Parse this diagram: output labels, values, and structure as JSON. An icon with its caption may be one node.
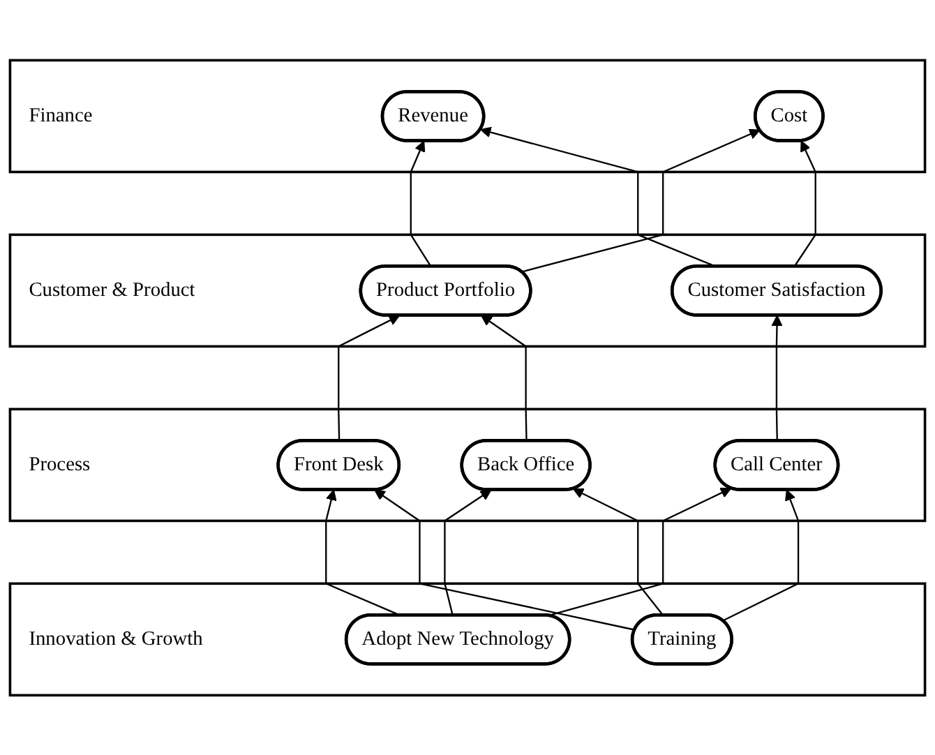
{
  "diagram": {
    "nodes": [
      {
        "text": [
          "Finance"
        ]
      },
      {
        "text": [
          "Revenue"
        ],
        "in": 0
      },
      {
        "text": [
          "Cost"
        ],
        "in": 0
      },
      {
        "text": [
          "Customer & Product"
        ]
      },
      {
        "text": [
          "Product Portfolio"
        ],
        "in": 3
      },
      {
        "text": [
          "Customer Satisfaction"
        ],
        "in": 3
      },
      {
        "text": [
          "Process"
        ]
      },
      {
        "text": [
          "Call Center"
        ],
        "in": 6
      },
      {
        "text": [
          "Front Desk"
        ],
        "in": 6
      },
      {
        "text": [
          "Back Office"
        ],
        "in": 6
      },
      {
        "text": [
          "Innovation & Growth"
        ]
      },
      {
        "text": [
          "Adopt New Technology"
        ],
        "in": 10
      },
      {
        "text": [
          "Training"
        ],
        "in": 10
      }
    ],
    "edges": [
      {
        "from": 4,
        "to": 1,
        "arrow": "to"
      },
      {
        "from": 4,
        "to": 2,
        "arrow": "to"
      },
      {
        "from": 5,
        "to": 1,
        "arrow": "to"
      },
      {
        "from": 5,
        "to": 2,
        "arrow": "to"
      },
      {
        "from": 7,
        "to": 5,
        "arrow": "to"
      },
      {
        "from": 8,
        "to": 4,
        "arrow": "to"
      },
      {
        "from": 9,
        "to": 4,
        "arrow": "to"
      },
      {
        "from": 11,
        "to": 7,
        "arrow": "to"
      },
      {
        "from": 11,
        "to": 8,
        "arrow": "to"
      },
      {
        "from": 11,
        "to": 9,
        "arrow": "to"
      },
      {
        "from": 12,
        "to": 7,
        "arrow": "to"
      },
      {
        "from": 12,
        "to": 8,
        "arrow": "to"
      },
      {
        "from": 12,
        "to": 9,
        "arrow": "to"
      }
    ]
  }
}
